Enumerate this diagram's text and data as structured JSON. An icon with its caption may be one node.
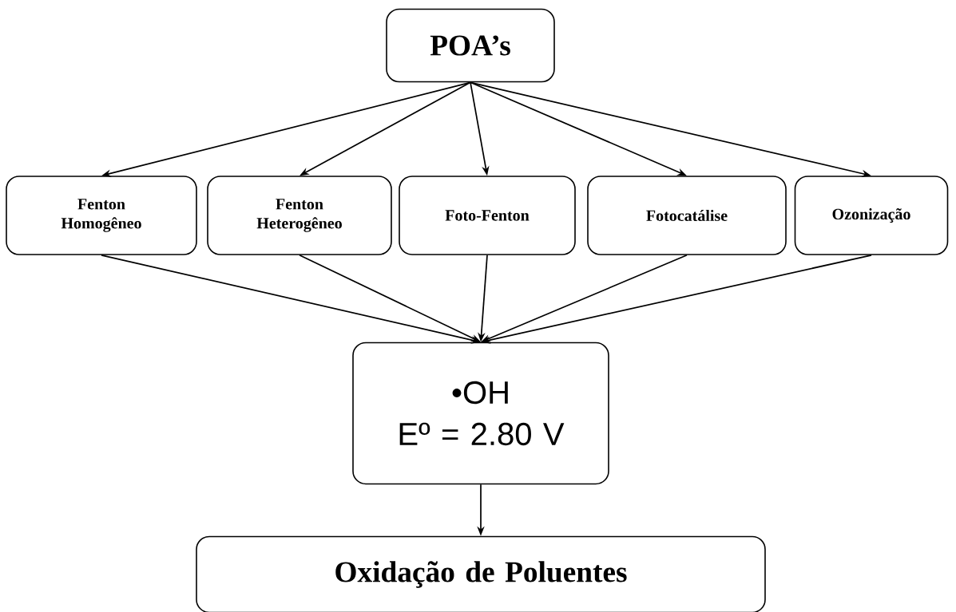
{
  "diagram": {
    "nodes": [
      {
        "text": [
          "POA’s"
        ]
      },
      {
        "text": [
          "Fenton Homogêneo"
        ]
      },
      {
        "text": [
          "Fenton Heterogêneo"
        ]
      },
      {
        "text": [
          "Foto-Fenton"
        ]
      },
      {
        "text": [
          "Fotocatálise"
        ]
      },
      {
        "text": [
          "Ozonização"
        ]
      },
      {
        "text": [
          "•OH",
          "Eº = 2.80 V"
        ]
      },
      {
        "text": [
          "Oxidação de Poluentes"
        ]
      }
    ],
    "edges": [
      {
        "from": 0,
        "to": 1,
        "arrow": "to"
      },
      {
        "from": 0,
        "to": 2,
        "arrow": "to"
      },
      {
        "from": 0,
        "to": 3,
        "arrow": "to"
      },
      {
        "from": 0,
        "to": 4,
        "arrow": "to"
      },
      {
        "from": 0,
        "to": 5,
        "arrow": "to"
      },
      {
        "from": 1,
        "to": 6,
        "arrow": "to"
      },
      {
        "from": 2,
        "to": 6,
        "arrow": "to"
      },
      {
        "from": 3,
        "to": 6,
        "arrow": "to"
      },
      {
        "from": 4,
        "to": 6,
        "arrow": "to"
      },
      {
        "from": 5,
        "to": 6,
        "arrow": "to"
      },
      {
        "from": 6,
        "to": 7,
        "arrow": "to"
      }
    ]
  }
}
